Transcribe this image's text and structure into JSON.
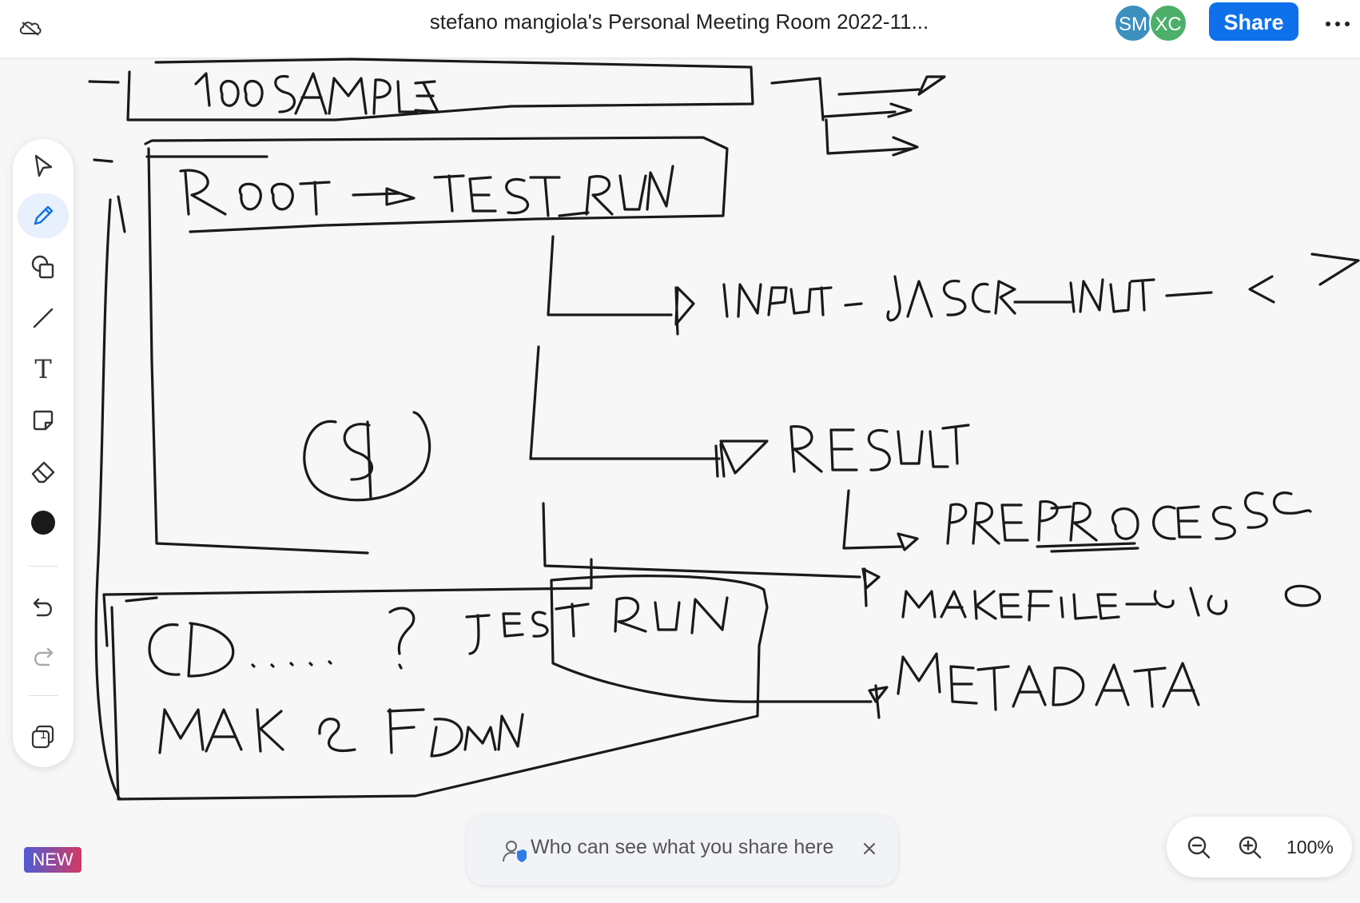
{
  "header": {
    "title": "stefano mangiola's Personal Meeting Room 2022-11...",
    "share_label": "Share",
    "avatars": [
      {
        "initials": "SM",
        "color": "#3d8fbe"
      },
      {
        "initials": "XC",
        "color": "#4caf6a"
      }
    ]
  },
  "whiteboard": {
    "handwritten_labels": [
      "100 SAMPLE",
      "ROOT → TEST_RUN",
      "INPUT - JASAP_INPUT_< >",
      "RESULT",
      "PREPROCESS",
      "MAKEFILE",
      "METADATA",
      "CD.... ? TEST RUN",
      "MAKEFILE",
      "$"
    ]
  },
  "toolbar": {
    "tools": [
      "select-icon",
      "pen-icon",
      "shapes-icon",
      "line-icon",
      "text-icon",
      "sticky-note-icon",
      "eraser-icon",
      "color-icon",
      "undo-icon",
      "redo-icon",
      "pages-icon"
    ],
    "active_tool": "pen-icon",
    "pages_count": "1",
    "text_tool_glyph": "T"
  },
  "badge": {
    "label": "NEW"
  },
  "share_notice": {
    "text": "Who can see what you share here"
  },
  "zoom": {
    "level": "100%"
  },
  "colors": {
    "accent": "#0e71eb",
    "pen": "#1a1a1a",
    "canvas": "#f7f7f8"
  }
}
